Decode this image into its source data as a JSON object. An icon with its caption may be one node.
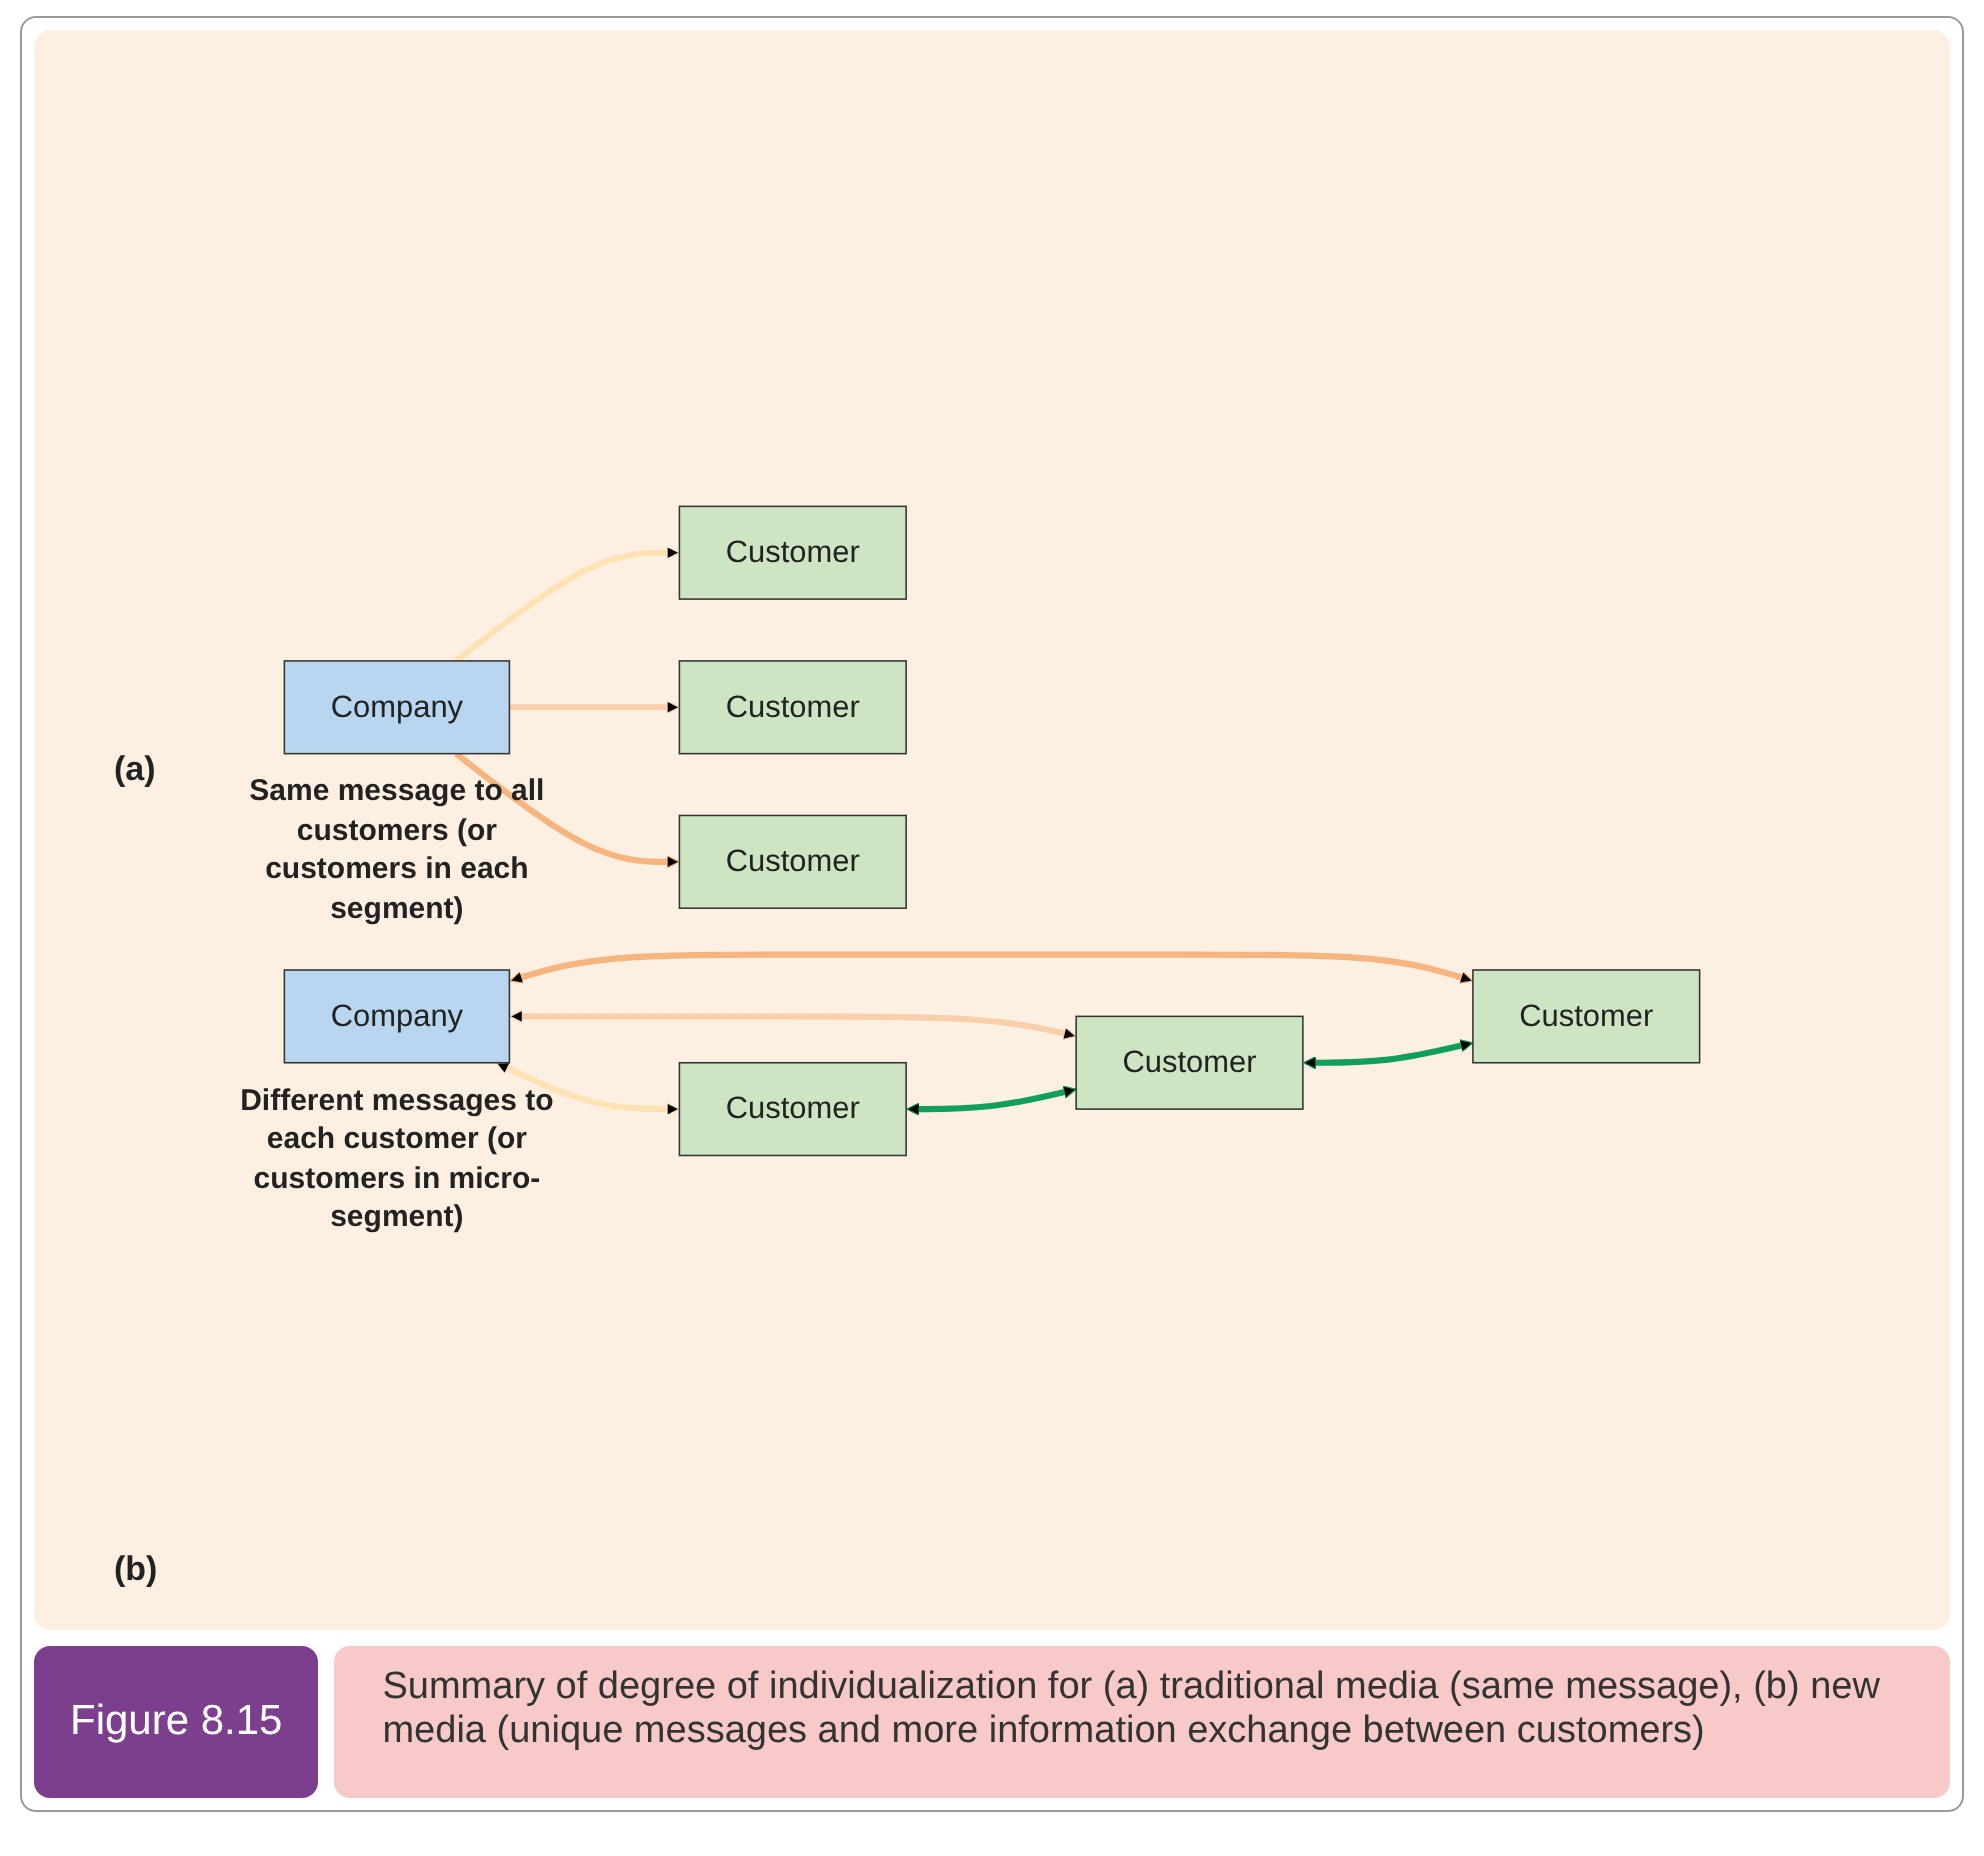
{
  "diagram": {
    "caption": "Summary of degree of individualization for (a) traditional media (same message), (b) new media (unique messages and more information exchange between customers)",
    "nodes": [
      {
        "text": [
          "Company"
        ],
        "beside": [
          "Same message to all customers (or customers in each segment)"
        ]
      },
      {
        "text": [
          "Customer"
        ]
      },
      {
        "text": [
          "Customer"
        ]
      },
      {
        "text": [
          "Customer"
        ]
      },
      {
        "text": [
          "Company"
        ],
        "beside": [
          "Different messages to each customer (or customers in micro-segment)"
        ]
      },
      {
        "text": [
          "Customer"
        ]
      },
      {
        "text": [
          "Customer"
        ]
      },
      {
        "text": [
          "Customer"
        ]
      }
    ],
    "edges": [
      {
        "from": 0,
        "to": 1,
        "arrow": "to",
        "color": "#fde2b4"
      },
      {
        "from": 0,
        "to": 2,
        "arrow": "to",
        "color": "#f9cfab"
      },
      {
        "from": 0,
        "to": 3,
        "arrow": "to",
        "color": "#f6b47e"
      },
      {
        "from": 4,
        "to": 5,
        "arrow": "both",
        "color": "#fde2b4"
      },
      {
        "from": 4,
        "to": 6,
        "arrow": "both",
        "color": "#f9cfab"
      },
      {
        "from": 4,
        "to": 7,
        "arrow": "both",
        "color": "#f6b47e"
      },
      {
        "from": 5,
        "to": 6,
        "arrow": "both",
        "color": "#10a05a"
      },
      {
        "from": 6,
        "to": 7,
        "arrow": "both",
        "color": "#10a05a"
      }
    ],
    "labels": [
      "(a)",
      "(b)",
      "Figure 8.15"
    ]
  }
}
